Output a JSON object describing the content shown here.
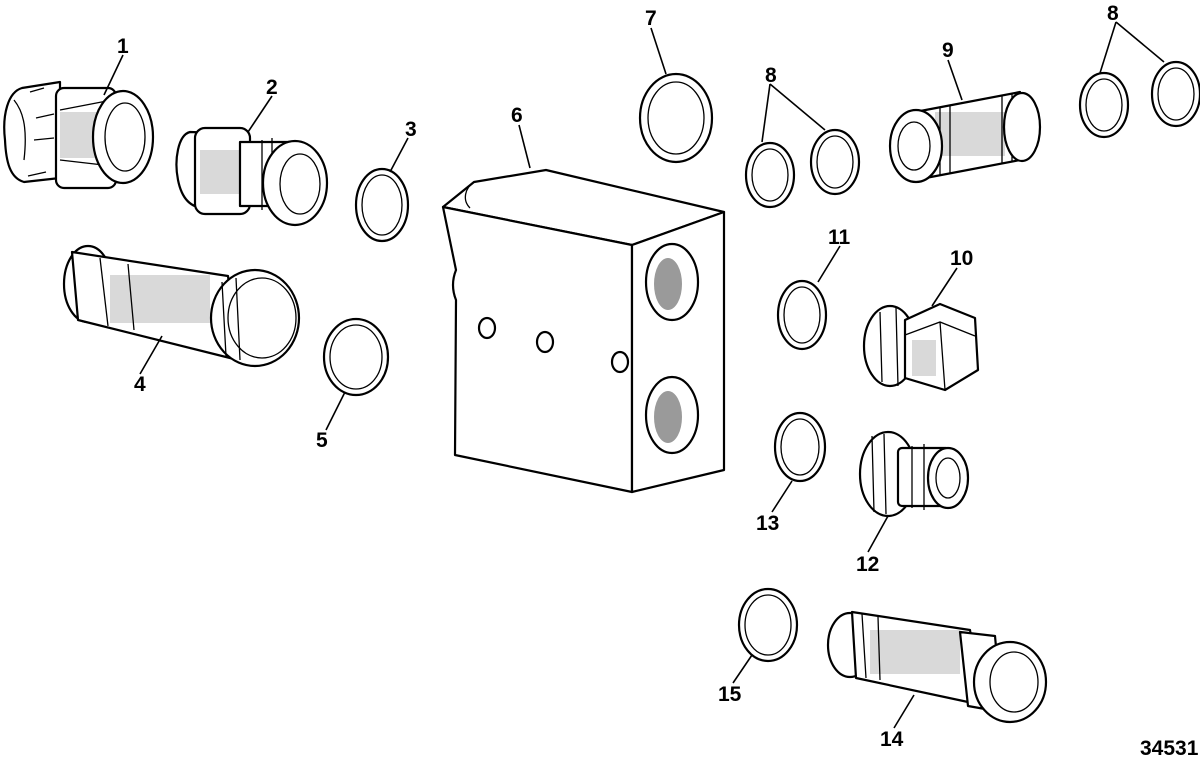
{
  "diagram": {
    "reference_number": "34531",
    "callouts": {
      "c1": "1",
      "c2": "2",
      "c3": "3",
      "c4": "4",
      "c5": "5",
      "c6": "6",
      "c7": "7",
      "c8a": "8",
      "c8b": "8",
      "c9": "9",
      "c10": "10",
      "c11": "11",
      "c12": "12",
      "c13": "13",
      "c14": "14",
      "c15": "15"
    }
  }
}
